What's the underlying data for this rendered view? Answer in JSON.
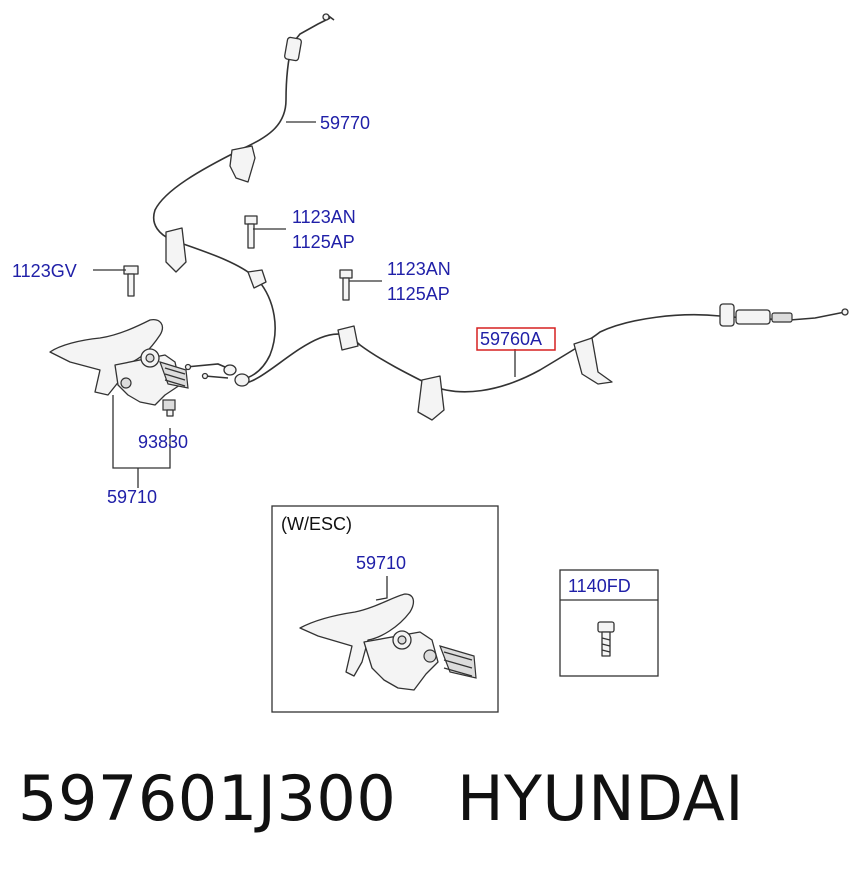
{
  "diagram": {
    "labels": {
      "cable_rear": "59770",
      "bolt_a1": "1123AN",
      "bolt_a2": "1125AP",
      "bolt_b1": "1123AN",
      "bolt_b2": "1125AP",
      "bolt_gv": "1123GV",
      "cable_main": "59760A",
      "switch": "93830",
      "lever": "59710"
    },
    "esc_box": {
      "title": "(W/ESC)",
      "part_label": "59710"
    },
    "bolt_box": {
      "title": "1140FD"
    },
    "highlight_color": "#d62020",
    "label_color": "#2020a8"
  },
  "footer": {
    "part_number": "597601J300",
    "brand": "HYUNDAI"
  }
}
